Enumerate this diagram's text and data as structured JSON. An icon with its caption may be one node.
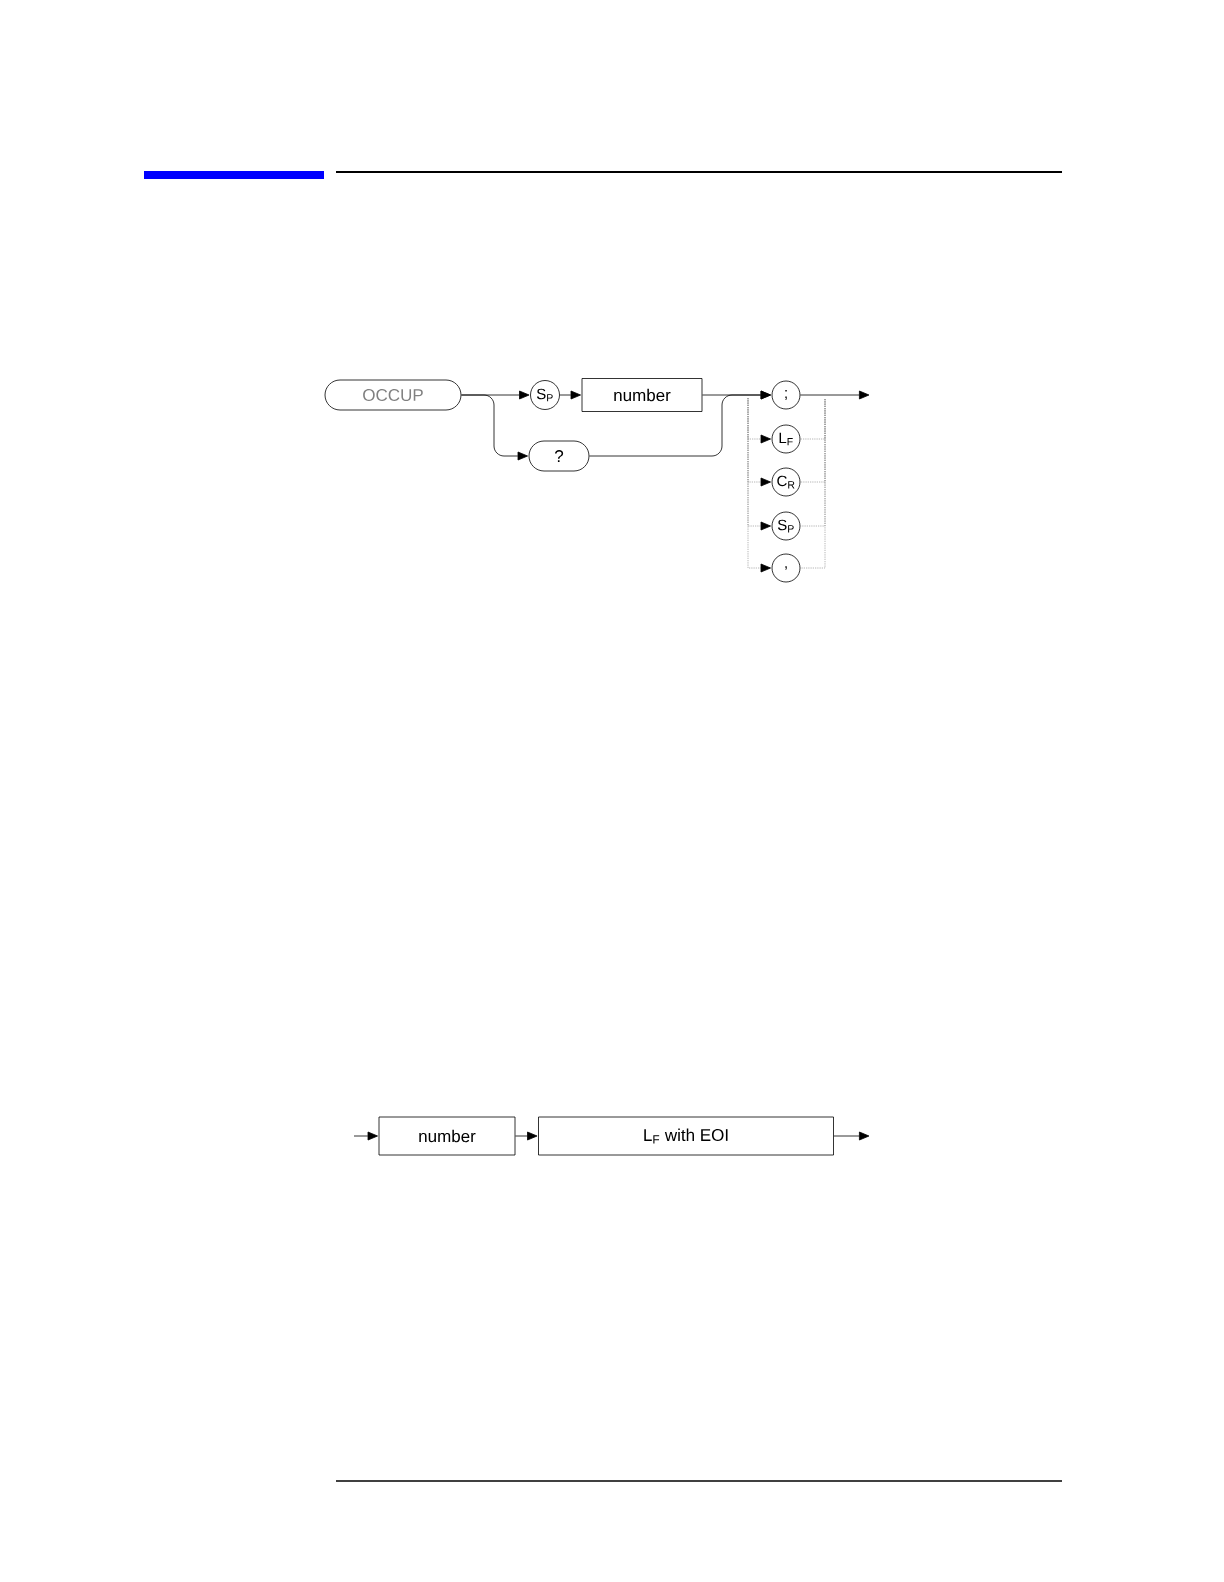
{
  "diagram": {
    "nodes": [
      {
        "text": [
          "OCCUP"
        ]
      },
      {
        "text": [
          "S$_{P}$"
        ]
      },
      {
        "text": [
          "number"
        ]
      },
      {
        "text": [
          "?"
        ]
      },
      {
        "text": [
          ";"
        ]
      },
      {
        "text": [
          "L$_{F}$"
        ]
      },
      {
        "text": [
          "C$_{R}$"
        ]
      },
      {
        "text": [
          "S$_{P}$"
        ]
      },
      {
        "text": [
          ","
        ]
      },
      {
        "text": [
          "number"
        ]
      },
      {
        "text": [
          "L$_{F}$ with EOI"
        ]
      }
    ],
    "edges": [
      {
        "from": 0,
        "to": 1,
        "arrow": "to"
      },
      {
        "from": 0,
        "to": 3,
        "arrow": "to"
      },
      {
        "from": 1,
        "to": 2,
        "arrow": "to"
      },
      {
        "from": 2,
        "to": 4,
        "arrow": "to"
      },
      {
        "from": 3,
        "to": 4,
        "arrow": "to"
      },
      {
        "from": 4,
        "to": null,
        "arrow": "to"
      },
      {
        "from": null,
        "to": 5,
        "arrow": "to",
        "style": "dashed",
        "color": "#8c8c8c"
      },
      {
        "from": null,
        "to": 6,
        "arrow": "to",
        "style": "dashed",
        "color": "#8c8c8c"
      },
      {
        "from": null,
        "to": 7,
        "arrow": "to",
        "style": "dashed",
        "color": "#8c8c8c"
      },
      {
        "from": null,
        "to": 8,
        "arrow": "to",
        "style": "dashed",
        "color": "#8c8c8c"
      },
      {
        "from": 5,
        "to": null,
        "arrow": "none",
        "style": "dashed",
        "color": "#8c8c8c"
      },
      {
        "from": 6,
        "to": null,
        "arrow": "none",
        "style": "dashed",
        "color": "#8c8c8c"
      },
      {
        "from": 7,
        "to": null,
        "arrow": "none",
        "style": "dashed",
        "color": "#8c8c8c"
      },
      {
        "from": 8,
        "to": null,
        "arrow": "none",
        "style": "dashed",
        "color": "#8c8c8c"
      },
      {
        "from": null,
        "to": 9,
        "arrow": "to"
      },
      {
        "from": 9,
        "to": 10,
        "arrow": "to"
      },
      {
        "from": 10,
        "to": null,
        "arrow": "to"
      }
    ]
  }
}
